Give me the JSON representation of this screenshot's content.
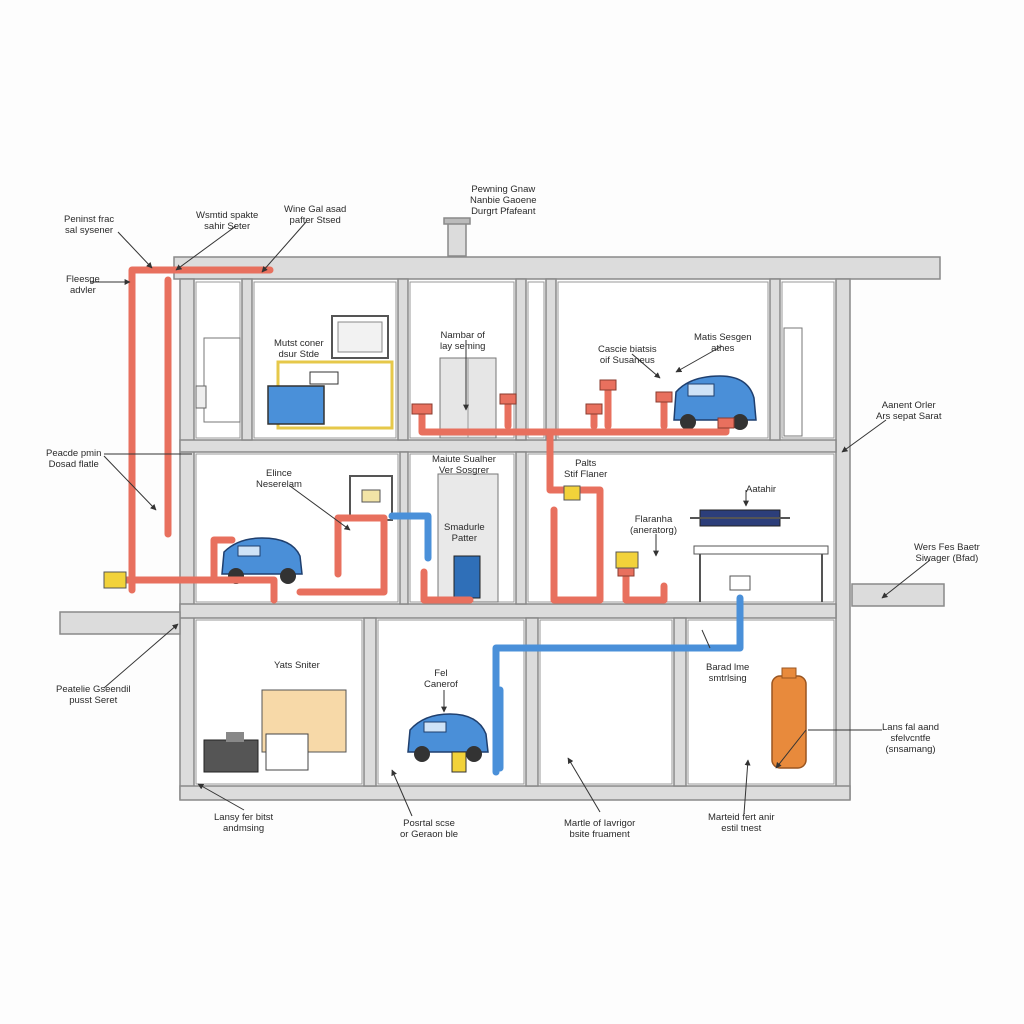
{
  "labels": {
    "roof_top": {
      "l1": "Pewning Gnaw",
      "l2": "Nanbie Gaoene",
      "l3": "Durgrt Pfafeant"
    },
    "top_left_1": {
      "l1": "Peninst frac",
      "l2": "sal sysener"
    },
    "top_left_2": {
      "l1": "Wsmtid spakte",
      "l2": "sahir Seter"
    },
    "top_left_3": {
      "l1": "Wine Gal asad",
      "l2": "pafter Stsed"
    },
    "left_flange": {
      "l1": "Fleesge",
      "l2": "advler"
    },
    "left_pressure": {
      "l1": "Peacde pmin",
      "l2": "Dosad flatle"
    },
    "left_ground": {
      "l1": "Peatelie Gseendil",
      "l2": "pusst Seret"
    },
    "room1": {
      "l1": "Mutst coner",
      "l2": "dsur Stde"
    },
    "room2": {
      "l1": "Nambar of",
      "l2": "lay seming"
    },
    "room3": {
      "l1": "Cascie biatsis",
      "l2": "oif Susaneus"
    },
    "room3b": {
      "l1": "Matis Sesgen",
      "l2": "athes"
    },
    "mid_left": {
      "l1": "Elince",
      "l2": "Neserelam"
    },
    "mid_center": {
      "l1": "Maiute Sualher",
      "l2": "Ver Sosgrer"
    },
    "mid_tank": {
      "l1": "Smadurle",
      "l2": "Patter"
    },
    "mid_right": {
      "l1": "Palts",
      "l2": "Stif Flaner"
    },
    "mid_right_b": {
      "l1": "Flaranha",
      "l2": "(aneratorg)"
    },
    "mid_right_c": {
      "l1": "Aatahir"
    },
    "right_upper": {
      "l1": "Aanent Orler",
      "l2": "Ars sepat Sarat"
    },
    "right_balcony": {
      "l1": "Wers Fes Baetr",
      "l2": "Siwager (Bfad)"
    },
    "right_lower": {
      "l1": "Lans fal aand",
      "l2": "sfelvcntfe",
      "l3": "(snsamang)"
    },
    "bottom_room1": {
      "l1": "Yats Sniter"
    },
    "bottom_room2": {
      "l1": "Fel",
      "l2": "Canerof"
    },
    "bottom_room4": {
      "l1": "Barad lme",
      "l2": "smtrlsing"
    },
    "bottom_1": {
      "l1": "Lansy fer bitst",
      "l2": "andmsing"
    },
    "bottom_2": {
      "l1": "Posrtal scse",
      "l2": "or Geraon ble"
    },
    "bottom_3": {
      "l1": "Martle of Iavrigor",
      "l2": "bsite fruament"
    },
    "bottom_4": {
      "l1": "Marteid fert anir",
      "l2": "estil tnest"
    }
  },
  "colors": {
    "wall": "#d9d9d9",
    "wall_stroke": "#8a8a8a",
    "hot_pipe": "#e8705e",
    "cold_pipe": "#4a90d9",
    "vehicle": "#4a8fd8",
    "boiler": "#f7d9a8",
    "tank_orange": "#e88a3c",
    "frame_yellow": "#e6c84a"
  }
}
